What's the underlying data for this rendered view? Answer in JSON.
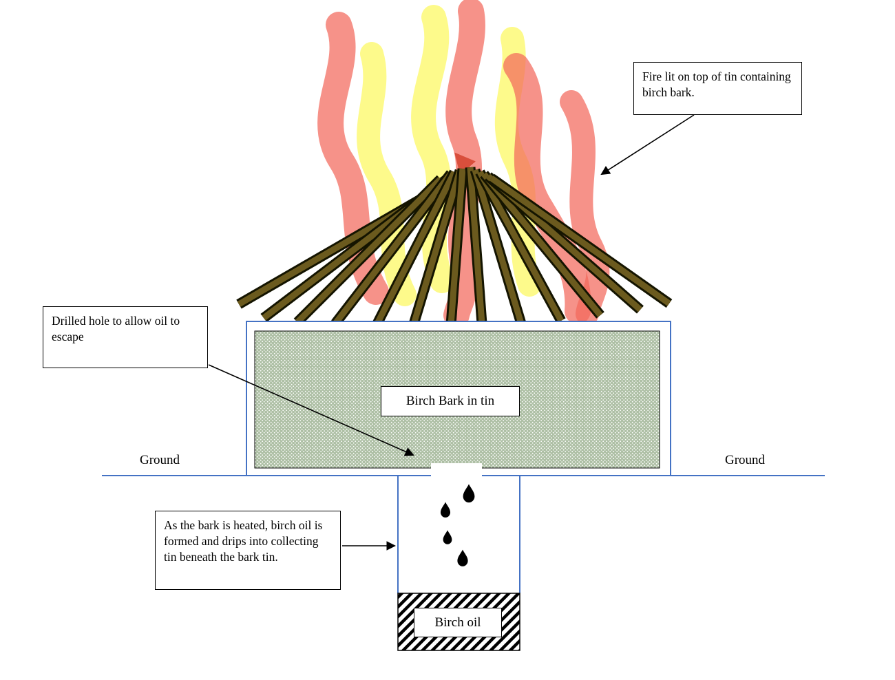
{
  "diagram": {
    "callouts": {
      "fire": "Fire lit on top of tin containing birch bark.",
      "drilled_hole": "Drilled hole to allow oil to escape",
      "bark_heated": "As the bark is heated, birch oil is formed and drips into collecting tin beneath the bark tin."
    },
    "labels": {
      "bark_tin": "Birch Bark in tin",
      "ground_left": "Ground",
      "ground_right": "Ground",
      "birch_oil": "Birch oil"
    },
    "colors": {
      "flame_red": "#F2685C",
      "flame_yellow": "#FCF96A",
      "stick_fill": "#6B5A1E",
      "stick_outline": "#141400",
      "tin_stroke": "#4472C4",
      "bark_fill": "#ADBFA4",
      "ground_line": "#4472C4",
      "oil_drop": "#000000",
      "apex_arrow": "#D94F3C"
    }
  }
}
